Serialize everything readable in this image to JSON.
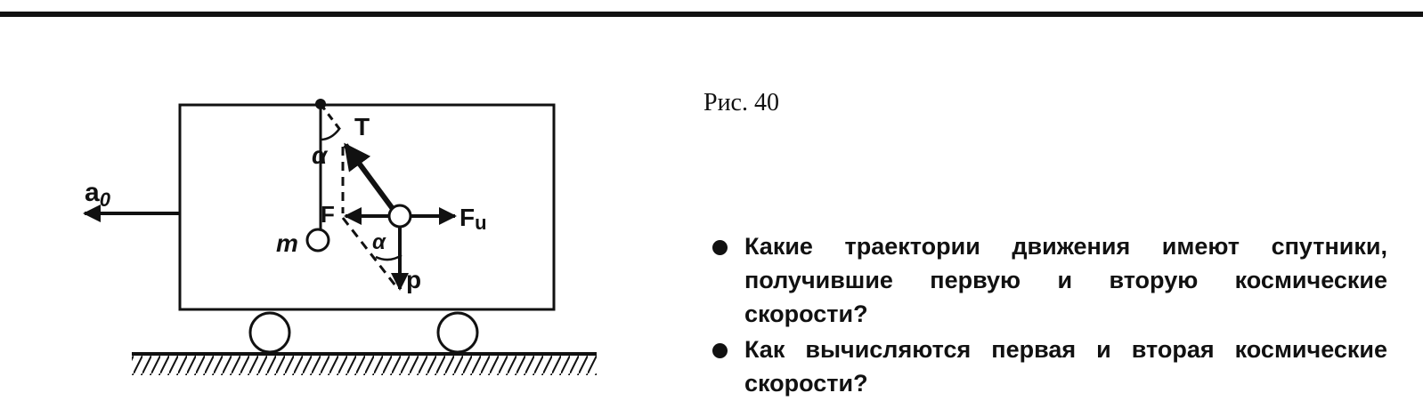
{
  "figure": {
    "caption": "Рис. 40",
    "labels": {
      "a0_main": "a",
      "a0_sub": "0",
      "tension": "T",
      "resultant": "F",
      "inertia_main": "F",
      "inertia_sub": "u",
      "weight": "p",
      "mass": "m",
      "angle_top": "α",
      "angle_bottom": "α"
    }
  },
  "questions": [
    "Какие траектории движения имеют спутники, получившие первую и вторую космические скорости?",
    "Как вычисляются первая и вторая космические скорости?"
  ]
}
